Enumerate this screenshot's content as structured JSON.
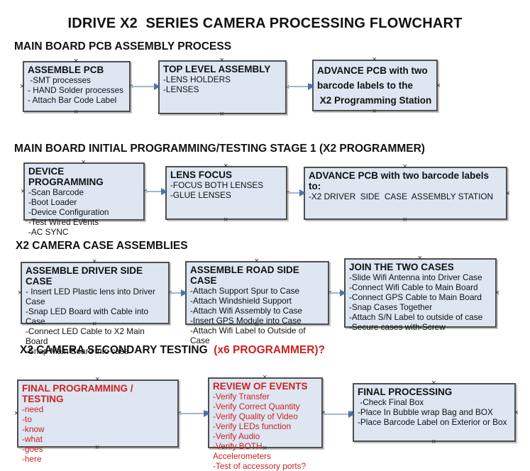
{
  "title": "IDRIVE X2  SERIES CAMERA PROCESSING FLOWCHART",
  "colors": {
    "box_background": "#dde6f1",
    "box_border": "#4f4f4f",
    "red_text": "#cc2222",
    "black_text": "#111111",
    "arrow_line": "#a3b6cd",
    "arrow_head": "#4f74a3"
  },
  "icons": {
    "connection_point": "×",
    "arrowhead": "▶"
  },
  "sections": [
    {
      "heading": "MAIN BOARD PCB ASSEMBLY PROCESS",
      "boxes": [
        {
          "title": "ASSEMBLE PCB",
          "items": [
            " -SMT processes",
            "- HAND Solder processes",
            "- Attach Bar Code Label"
          ]
        },
        {
          "title": "TOP LEVEL ASSEMBLY",
          "items": [
            "-LENS HOLDERS",
            "-LENSES"
          ]
        },
        {
          "title": "ADVANCE PCB with two",
          "items": [
            "barcode labels to the",
            " X2 Programming Station"
          ]
        }
      ]
    },
    {
      "heading": "MAIN BOARD INITIAL PROGRAMMING/TESTING STAGE 1 (X2 PROGRAMMER)",
      "boxes": [
        {
          "title": "DEVICE PROGRAMMING",
          "items": [
            "-Scan Barcode",
            "-Boot Loader",
            "-Device Configuration",
            "-Test Wired Events",
            "-AC SYNC"
          ]
        },
        {
          "title": "LENS FOCUS",
          "items": [
            "-FOCUS BOTH LENSES",
            "-GLUE LENSES"
          ]
        },
        {
          "title": "ADVANCE PCB with two barcode labels to:",
          "items": [
            "-X2 DRIVER  SIDE  CASE  ASSEMBLY STATION"
          ]
        }
      ]
    },
    {
      "heading": "X2 CAMERA CASE ASSEMBLIES",
      "boxes": [
        {
          "title": "ASSEMBLE DRIVER SIDE CASE",
          "items": [
            "- Insert LED Plastic lens into Driver Case",
            "-Snap LED Board with Cable into Case",
            "-Connect LED Cable to X2 Main Board",
            "-Snap Main Board into case"
          ]
        },
        {
          "title": "ASSEMBLE ROAD SIDE CASE",
          "items": [
            "-Attach Support Spur to Case",
            "-Attach Windshield Support",
            "-Attach Wifi Assembly to Case",
            "-Insert GPS Module into Case",
            "-Attach Wifi Label to Outside of Case"
          ]
        },
        {
          "title": "JOIN THE TWO CASES",
          "items": [
            "-Slide Wifi Antenna into Driver Case",
            "-Connect Wifi Cable to Main Board",
            "-Connect GPS Cable to Main Board",
            "-Snap Cases Together",
            "-Attach S/N Label to outside of case",
            "-Secure cases with Screw"
          ]
        }
      ]
    },
    {
      "heading": "X2 CAMERA SECONDARY TESTING  ",
      "heading_red": "(x6 PROGRAMMER)?",
      "boxes": [
        {
          "title": "FINAL PROGRAMMING / TESTING",
          "items": [
            "-need",
            "-to",
            "-know",
            "-what",
            "-goes",
            "-here"
          ]
        },
        {
          "title": "REVIEW OF EVENTS",
          "items": [
            "-Verify Transfer",
            "-Verify Correct Quantity",
            "-Verify Quality of Video",
            "-Verify LEDs function",
            "-Verify Audio",
            "-Verify BOTH Accelerometers",
            "-Test of accessory ports?"
          ]
        },
        {
          "title": "FINAL PROCESSING",
          "items": [
            " -Check Final Box",
            "-Place In Bubble wrap Bag and BOX",
            "-Place Barcode Label on Exterior or Box"
          ]
        }
      ]
    }
  ]
}
